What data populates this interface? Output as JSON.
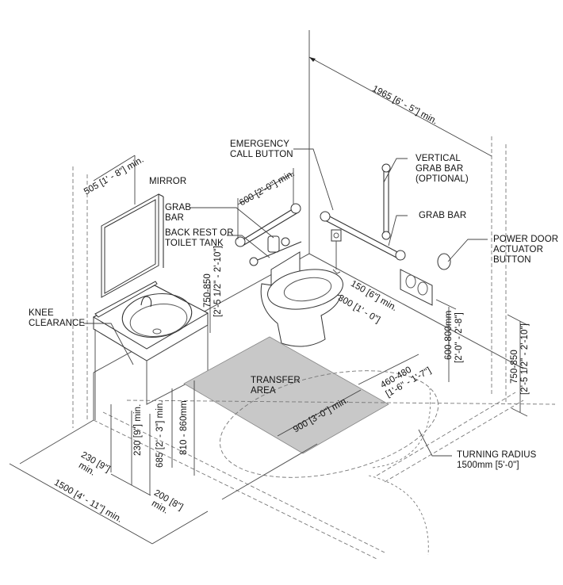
{
  "title": "Accessible washroom layout (isometric)",
  "labels": {
    "emergency_call_button": [
      "EMERGENCY",
      "CALL BUTTON"
    ],
    "vertical_grab_bar": [
      "VERTICAL",
      "GRAB BAR",
      "(OPTIONAL)"
    ],
    "grab_bar_right": "GRAB BAR",
    "power_door": [
      "POWER DOOR",
      "ACTUATOR",
      "BUTTON"
    ],
    "mirror": "MIRROR",
    "grab_bar_left": [
      "GRAB",
      "BAR"
    ],
    "back_rest": [
      "BACK REST OR",
      "TOILET TANK"
    ],
    "knee_clearance": [
      "KNEE",
      "CLEARANCE"
    ],
    "transfer_area": [
      "TRANSFER",
      "AREA"
    ],
    "turning_radius": [
      "TURNING RADIUS",
      "1500mm [5'-0\"]"
    ]
  },
  "dimensions": {
    "room_width": "1965 [6' - 5\"] min.",
    "mirror_height": "505 [1' - 8\"] min.",
    "grab_bar_length": "600 [2'-0\"] min.",
    "backrest_height": [
      "750-850",
      "[2'-5 1/2\" - 2'-10\"]"
    ],
    "toilet_offset_150": "150 [6\"] min.",
    "toilet_offset_300": "300 [1' - 0\"]",
    "toilet_centerline": [
      "460-480",
      "[1'-6\" - 1'-7\"]"
    ],
    "dispenser_height": [
      "600-800mm",
      "[2'-0\" - 2'-8\"]"
    ],
    "grab_bar_height": [
      "750-850",
      "[2'-5 1/2\" - 2'-10\"]"
    ],
    "transfer_width": "900 [3'-0\"] min.",
    "knee_depth_230_vertical": "230 [9\"] min.",
    "knee_height_685": "685 [2' - 3\"] min.",
    "counter_height": "810 - 860mm",
    "knee_depth_230": [
      "230 [9\"]",
      "min."
    ],
    "toe_200": [
      "200 [8\"]",
      "min."
    ],
    "sink_clear_width": "1500 [4' - 11\"] min."
  }
}
